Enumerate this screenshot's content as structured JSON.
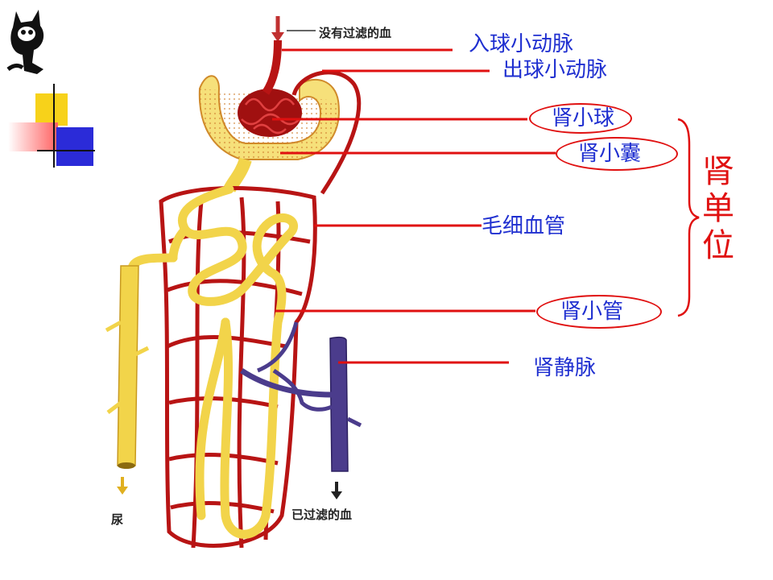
{
  "diagram": {
    "caption_top": "没有过滤的血",
    "caption_urine": "尿",
    "caption_filtered": "已过滤的血",
    "labels": {
      "afferent": "入球小动脉",
      "efferent": "出球小动脉",
      "glomerulus": "肾小球",
      "capsule": "肾小囊",
      "capillary": "毛细血管",
      "tubule": "肾小管",
      "vein": "肾静脉"
    },
    "nephron_group": "肾单位",
    "colors": {
      "label_blue": "#1f2fd0",
      "pointer_red": "#e01010",
      "artery_red": "#b81414",
      "tubule_yellow": "#f2d44a",
      "vein_purple": "#4b3c8c"
    }
  }
}
